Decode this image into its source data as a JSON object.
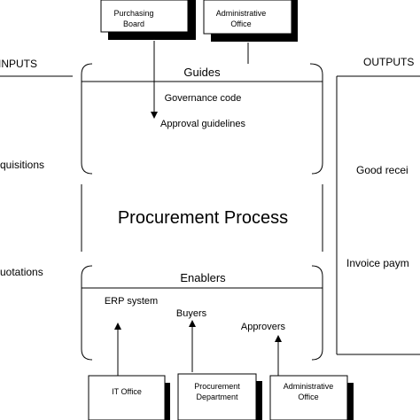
{
  "top_boxes": {
    "purchasing_board": [
      "Purchasing",
      "Board"
    ],
    "administrative_office": [
      "Administrative",
      "Office"
    ]
  },
  "inputs": {
    "header": "INPUTS",
    "items": [
      "quisitions",
      "uotations"
    ]
  },
  "outputs": {
    "header": "OUTPUTS",
    "items": [
      "Good recei",
      "Invoice paym"
    ]
  },
  "guides": {
    "title": "Guides",
    "items": [
      "Governance code",
      "Approval guidelines"
    ]
  },
  "process": {
    "title": "Procurement Process"
  },
  "enablers": {
    "title": "Enablers",
    "items": [
      "ERP system",
      "Buyers",
      "Approvers"
    ]
  },
  "bottom_boxes": {
    "it_office": [
      "IT Office"
    ],
    "procurement_department": [
      "Procurement",
      "Department"
    ],
    "administrative_office": [
      "Administrative",
      "Office"
    ]
  }
}
